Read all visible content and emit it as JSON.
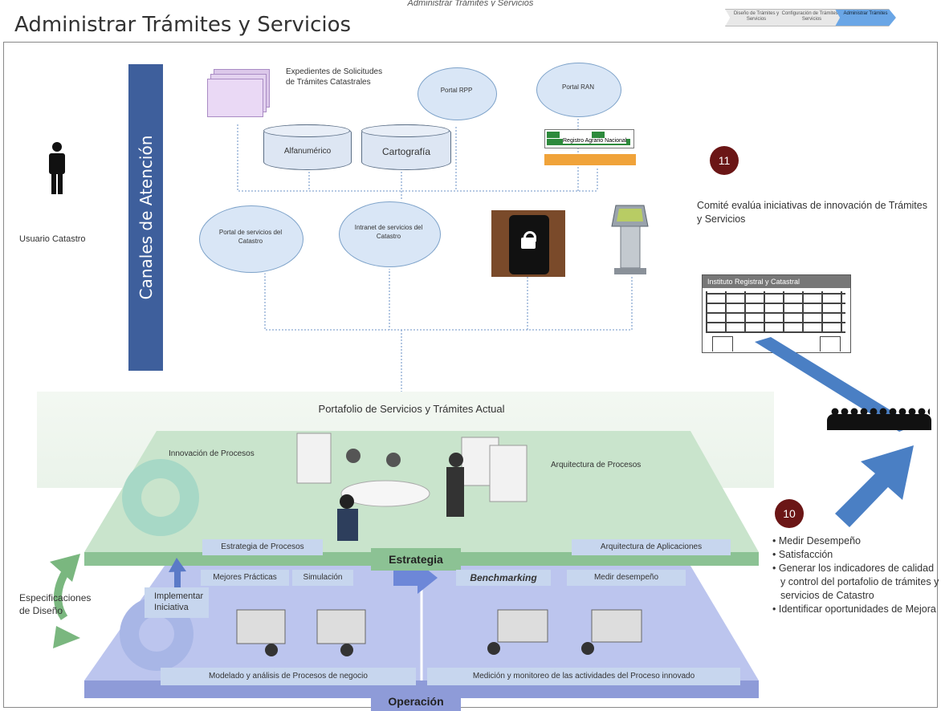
{
  "header": {
    "title": "Administrar Trámites y Servicios",
    "top_strip": "Administrar Trámites y Servicios"
  },
  "steps": [
    {
      "label": "Diseño de Trámites y Servicios"
    },
    {
      "label": "Configuración de Trámites y Servicios"
    },
    {
      "label": "Administrar Trámites"
    }
  ],
  "left": {
    "user_label": "Usuario Catastro",
    "canales_label": "Canales de Atención"
  },
  "channels": {
    "expedientes": "Expedientes de Solicitudes de Trámites Catastrales",
    "alfanumerico": "Alfanumérico",
    "cartografia": "Cartografía",
    "portal_rpp": "Portal RPP",
    "portal_ran": "Portal RAN",
    "ran_logo_text": "Registro Agrario Nacional",
    "portal_servicios": "Portal de servicios del Catastro",
    "intranet": "Intranet de servicios del Catastro"
  },
  "right": {
    "badge_11": "11",
    "comite_text": "Comité evalúa iniciativas de innovación de  Trámites y Servicios",
    "building_label": "Instituto Registral y Catastral",
    "badge_10": "10",
    "bullets": [
      "• Medir Desempeño",
      "• Satisfacción",
      "• Generar los indicadores de calidad y control del portafolio de trámites y servicios de Catastro",
      "• Identificar oportunidades de Mejora"
    ]
  },
  "platform": {
    "portfolio_label": "Portafolio de Servicios y Trámites Actual",
    "innovacion": "Innovación de Procesos",
    "arquitectura_procesos": "Arquitectura de Procesos",
    "estrategia_procesos": "Estrategia de Procesos",
    "arquitectura_aplicaciones": "Arquitectura de Aplicaciones",
    "estrategia": "Estrategia",
    "mejores_practicas": "Mejores Prácticas",
    "simulacion": "Simulación",
    "benchmarking": "Benchmarking",
    "medir_desempeno": "Medir desempeño",
    "implementar": "Implementar Iniciativa",
    "modelado": "Modelado y análisis de Procesos de negocio",
    "medicion": "Medición y monitoreo de las actividades del Proceso innovado",
    "operacion": "Operación",
    "especificaciones": "Especificaciones de Diseño"
  },
  "colors": {
    "canales_bg": "#3e5f9c",
    "badge": "#6b1616",
    "estrategia_plate": "#c9e4cc",
    "operacion_plate": "#bcc5ee",
    "arrow_blue": "#4a7fc4",
    "arrow_green": "#7ab77f"
  }
}
